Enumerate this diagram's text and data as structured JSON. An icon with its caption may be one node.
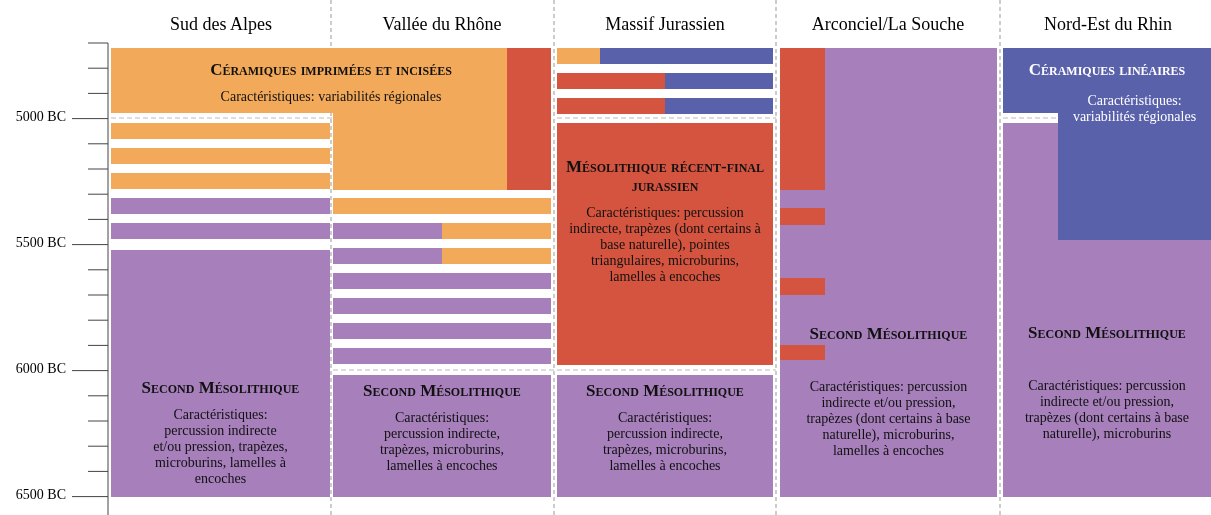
{
  "diagram": {
    "nodes": [
      {
        "text": [
          "Céramiques imprimées et incisées",
          "Caractéristiques: variabilités régionales"
        ]
      },
      {
        "text": [],
        "shape": "bar"
      },
      {
        "text": [
          "Second Mésolithique",
          "Caractéristiques: percussion indirecte et/ou pression, trapèzes (dont certains à base naturelle), microburins, lamelles à encoches"
        ]
      },
      {
        "text": [],
        "shape": "bar",
        "in": 2
      },
      {
        "text": [],
        "shape": "bar",
        "in": 2
      },
      {
        "text": [],
        "shape": "bar",
        "in": 2
      },
      {
        "text": [],
        "shape": "bar",
        "in": 2
      },
      {
        "text": [
          "Céramiques linéaires",
          "Caractéristiques: variabilités régionales"
        ]
      },
      {
        "text": [
          "Mésolithique récent-final jurassien",
          "Caractéristiques: percussion indirecte, trapèzes (dont certains à base naturelle), pointes triangulaires, microburins, lamelles à encoches"
        ]
      },
      {
        "text": [
          "Second Mésolithique",
          "Caractéristiques: percussion indirecte et/ou pression, trapèzes (dont certains à base naturelle), microburins"
        ]
      },
      {
        "text": [
          "Second Mésolithique",
          "Caractéristiques: percussion indirecte et/ou pression, trapèzes, microburins, lamelles à encoches"
        ]
      },
      {
        "text": [
          "Second Mésolithique",
          "Caractéristiques: percussion indirecte, trapèzes, microburins, lamelles à encoches"
        ]
      },
      {
        "text": [
          "Second Mésolithique",
          "Caractéristiques: percussion indirecte, trapèzes, microburins, lamelles à encoches"
        ]
      }
    ],
    "labels": [
      "Sud des Alpes",
      "Vallée du Rhône",
      "Massif Jurassien",
      "Arconciel/La Souche",
      "Nord-Est du Rhin",
      "5000 BC",
      "5500 BC",
      "6000 BC",
      "6500 BC"
    ]
  }
}
